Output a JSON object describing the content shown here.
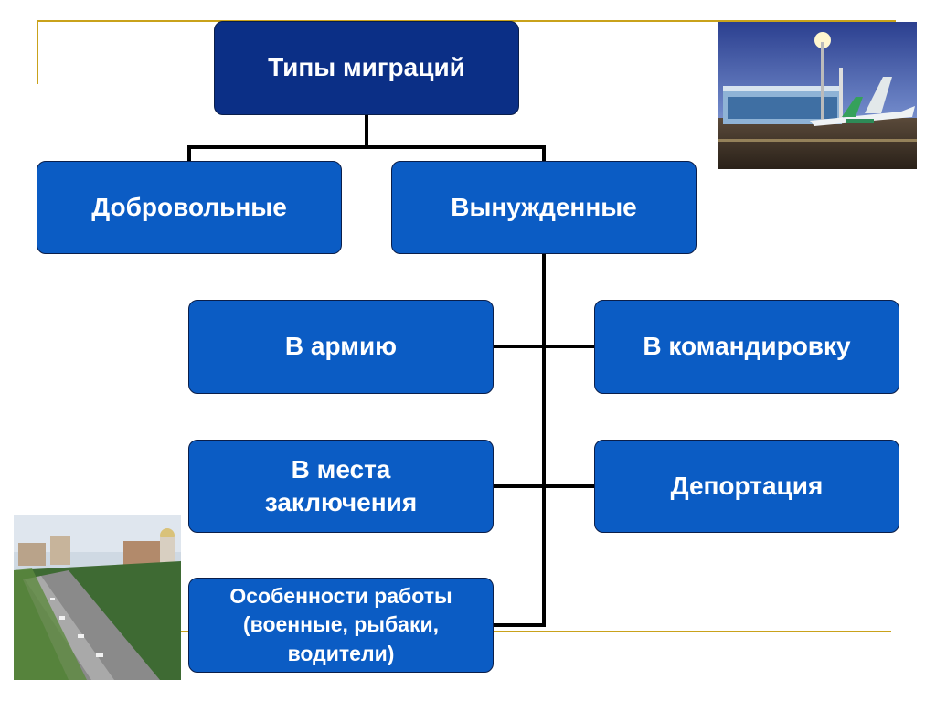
{
  "diagram": {
    "root": {
      "label": "Типы миграций"
    },
    "level1": [
      {
        "label": "Добровольные"
      },
      {
        "label": "Вынужденные"
      }
    ],
    "forced_children": [
      {
        "label": "В армию"
      },
      {
        "label": "В командировку"
      },
      {
        "label": "В места\nзаключения"
      },
      {
        "label": "Депортация"
      },
      {
        "label": "Особенности работы\n(военные, рыбаки,\nводители)"
      }
    ]
  },
  "colors": {
    "box_fill": "#0b5cc4",
    "root_fill": "#0b2f86",
    "connector": "#000000",
    "decor_line": "#c9a21b"
  },
  "images": [
    {
      "name": "airport-photo",
      "description_icon": "airplane-icon"
    },
    {
      "name": "city-photo",
      "description_icon": "city-icon"
    }
  ]
}
